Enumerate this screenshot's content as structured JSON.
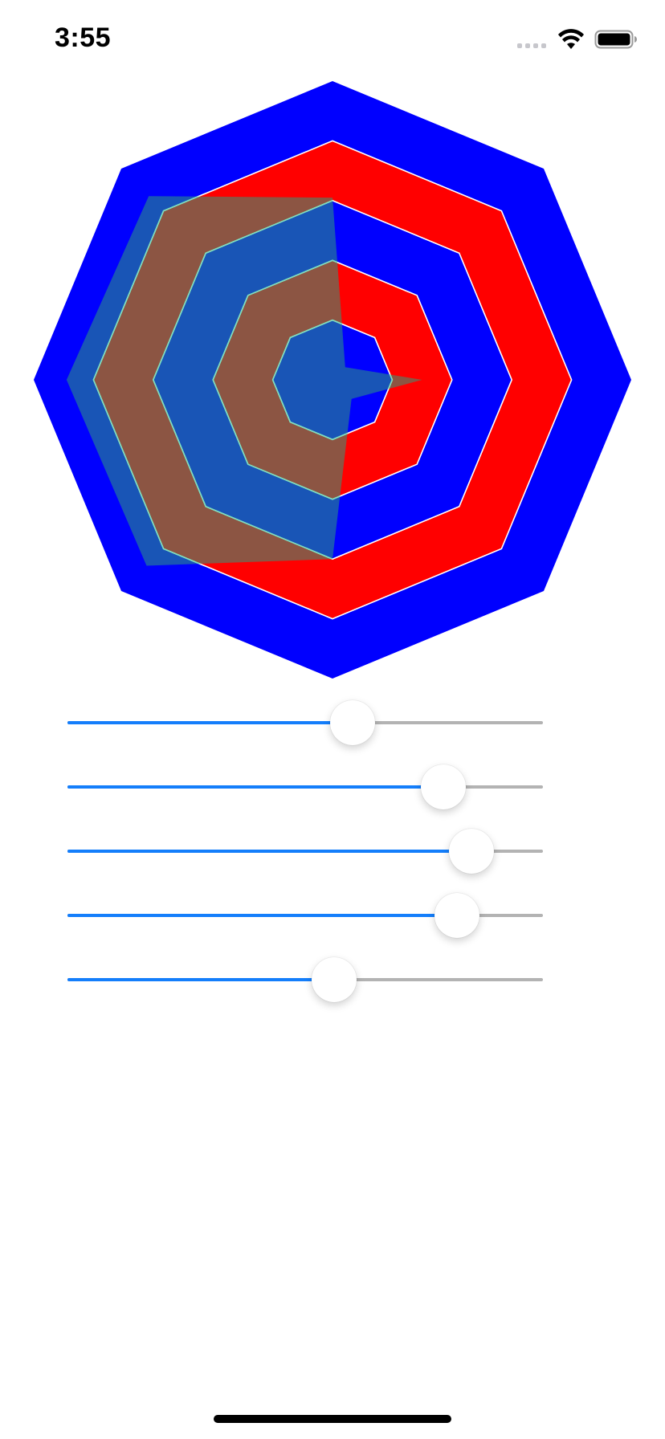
{
  "status_bar": {
    "time": "3:55",
    "icons": [
      "cellular-signal-icon",
      "wifi-icon",
      "battery-icon"
    ]
  },
  "radar": {
    "sides": 8,
    "rings": 5,
    "ring_colors": [
      "#0000ff",
      "#ff0000",
      "#0000ff",
      "#ff0000",
      "#0000ff"
    ],
    "grid_line_color": "#ffffff",
    "overlay_fill": "#2e9a7a",
    "overlay_opacity": 0.55,
    "overlay_stroke": "#7fe0c0",
    "overlay_values": [
      0.61,
      0.06,
      0.3,
      0.09,
      0.6,
      0.88,
      0.89,
      0.87
    ]
  },
  "sliders": [
    {
      "name": "slider-1",
      "value": 0.6
    },
    {
      "name": "slider-2",
      "value": 0.79
    },
    {
      "name": "slider-3",
      "value": 0.85
    },
    {
      "name": "slider-4",
      "value": 0.82
    },
    {
      "name": "slider-5",
      "value": 0.56
    }
  ],
  "colors": {
    "slider_fill": "#147efb",
    "slider_track": "#b3b3b3"
  }
}
